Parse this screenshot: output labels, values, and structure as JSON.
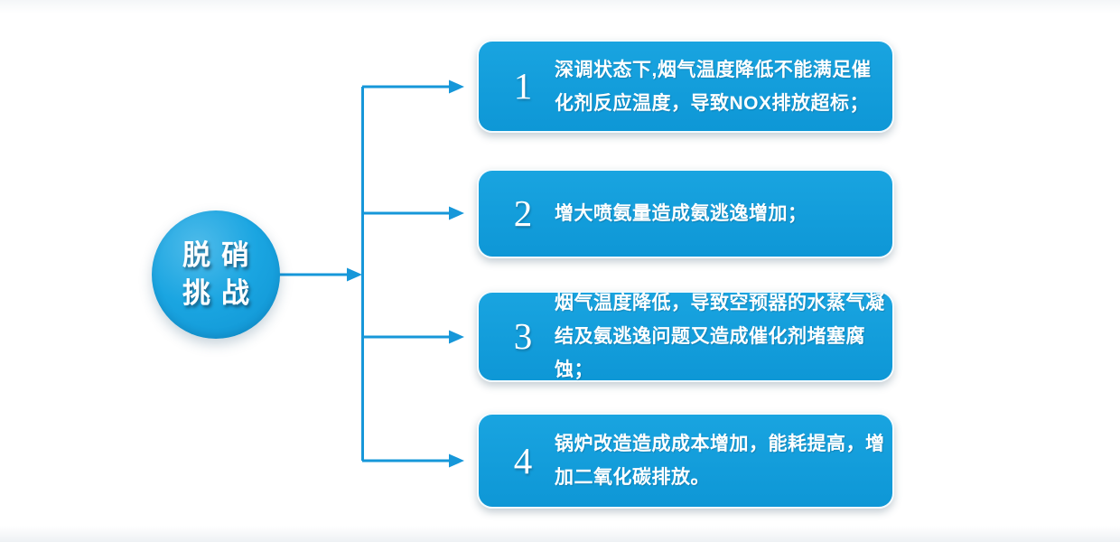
{
  "root_node": {
    "line1": "脱硝",
    "line2": "挑战"
  },
  "challenges": [
    {
      "number": "1",
      "text": "深调状态下,烟气温度降低不能满足催化剂反应温度，导致NOX排放超标；"
    },
    {
      "number": "2",
      "text": "增大喷氨量造成氨逃逸增加；"
    },
    {
      "number": "3",
      "text": "烟气温度降低，导致空预器的水蒸气凝结及氨逃逸问题又造成催化剂堵塞腐蚀；"
    },
    {
      "number": "4",
      "text": "锅炉改造造成成本增加，能耗提高，增加二氧化碳排放。"
    }
  ],
  "colors": {
    "node_blue": "#14A0DE",
    "card_blue": "#0E97D6",
    "connector_blue": "#1697D9",
    "text_white": "#FFFFFF"
  }
}
